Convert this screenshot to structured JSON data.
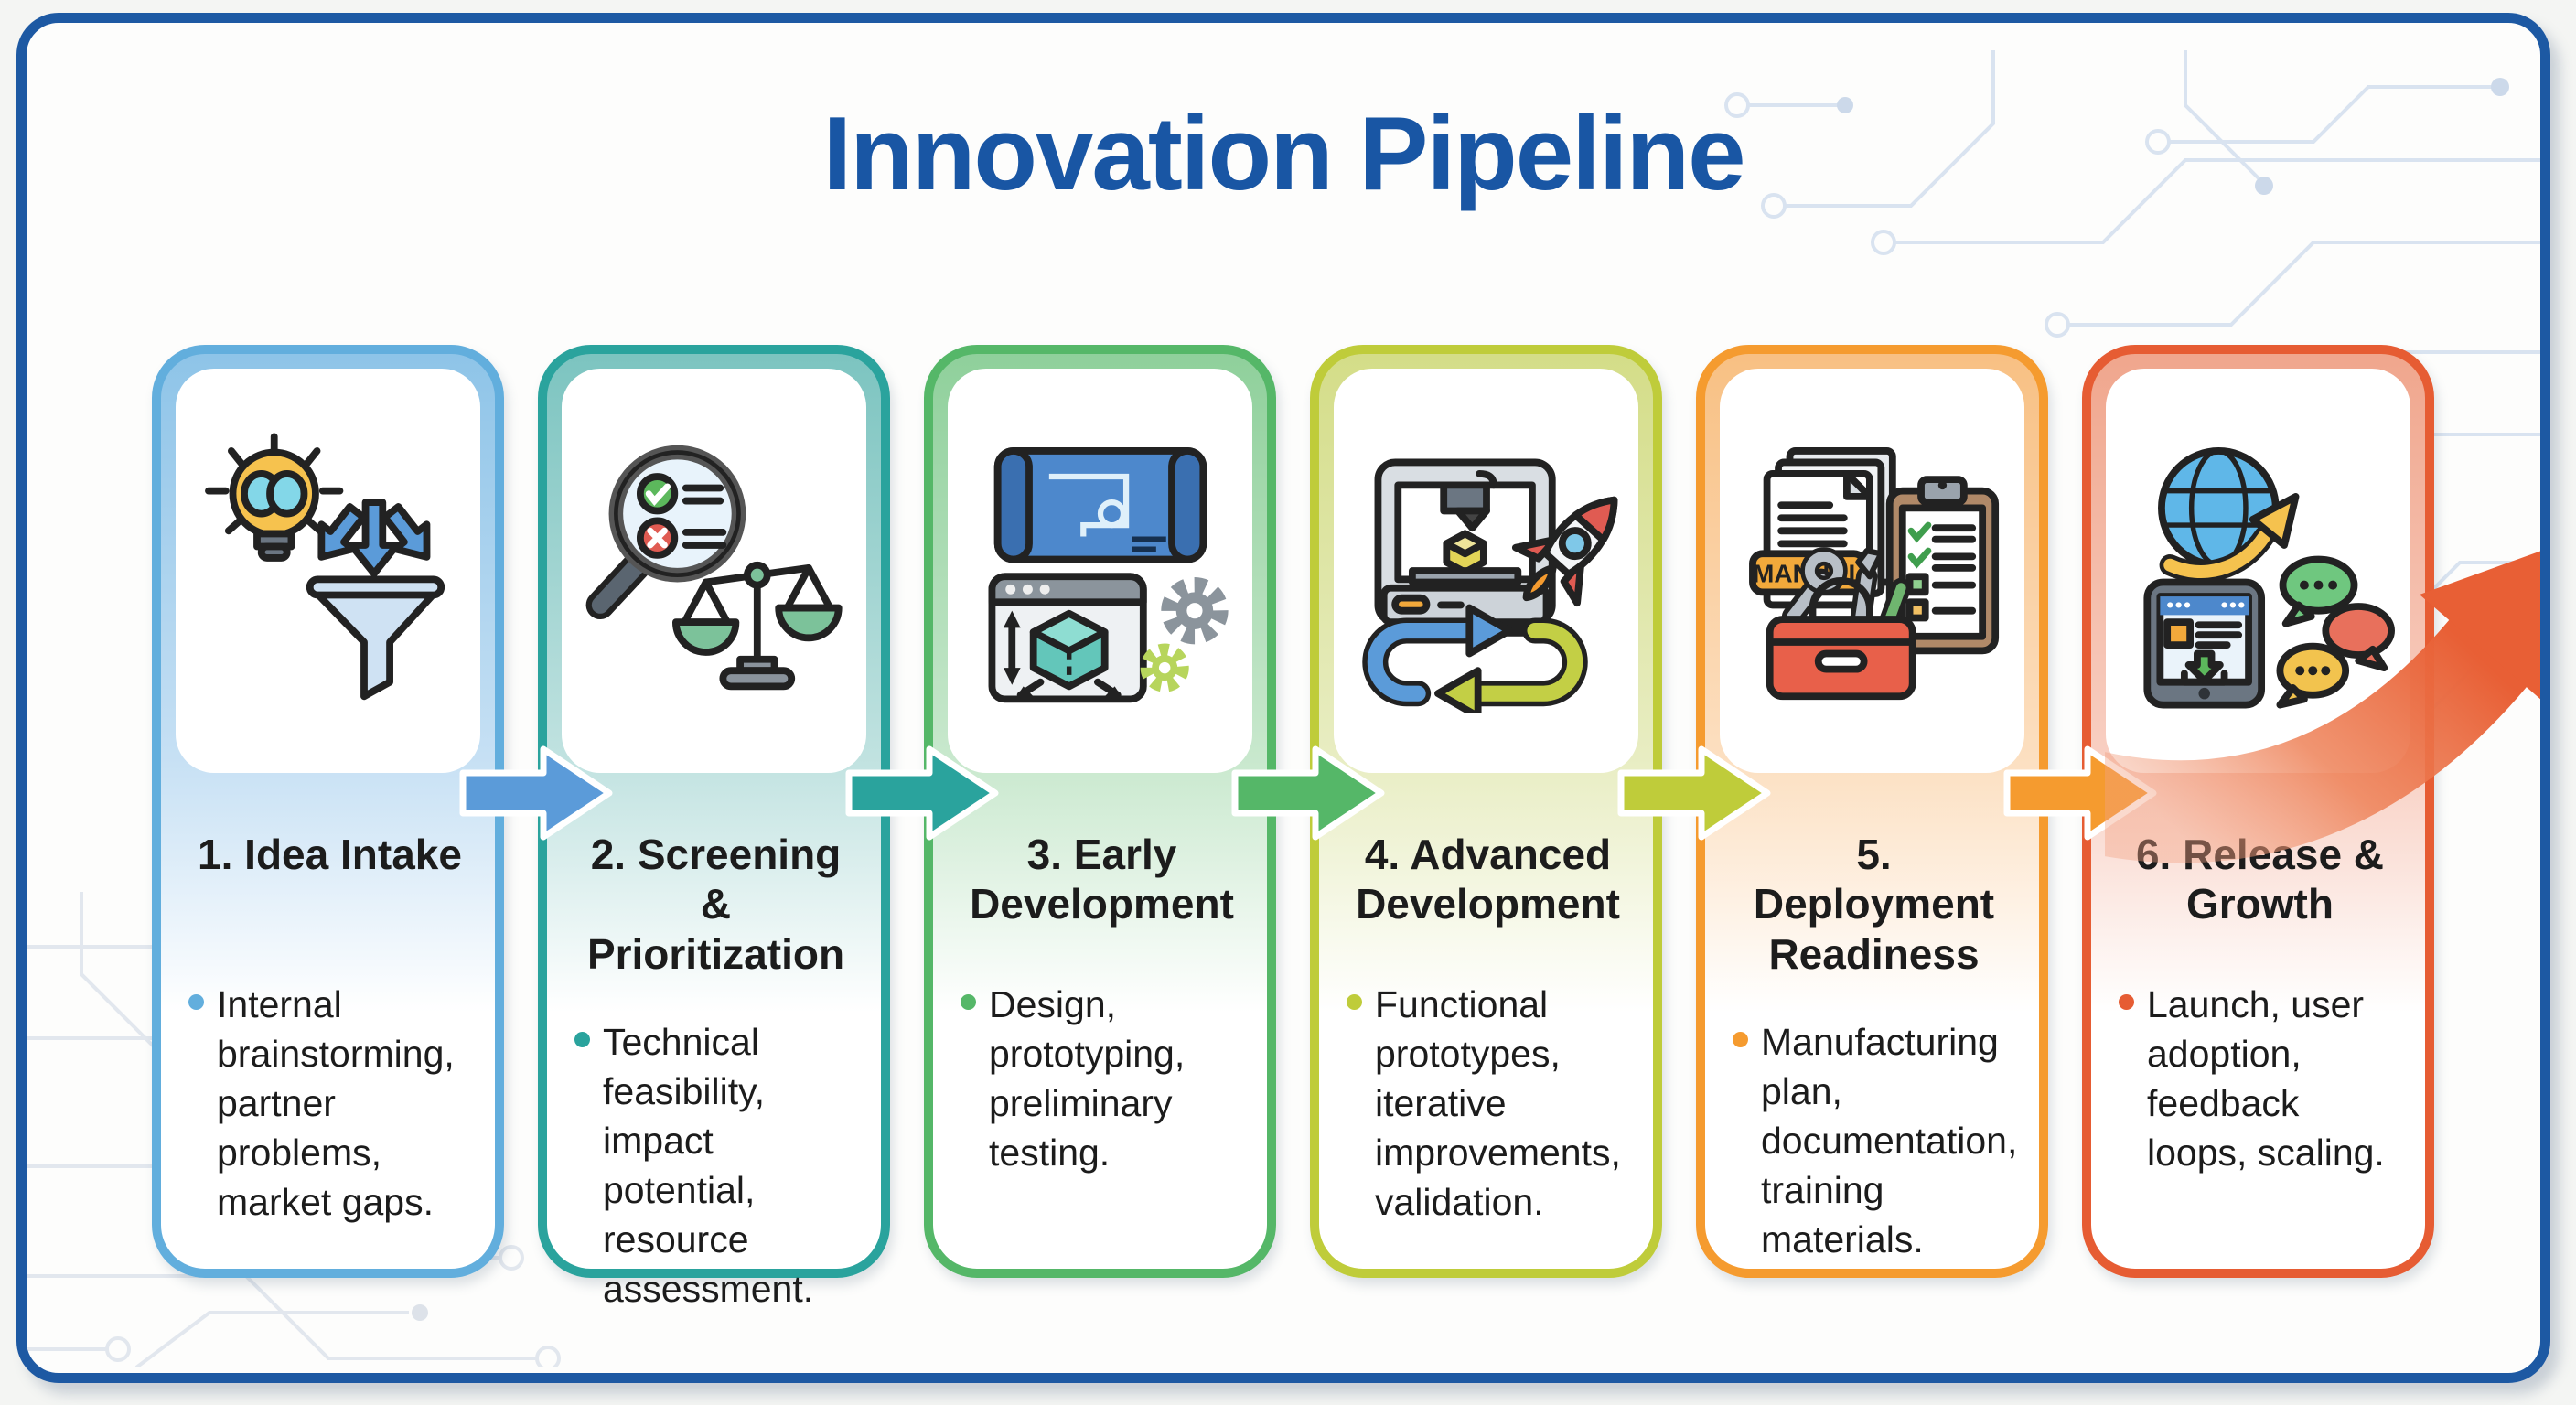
{
  "title": "Innovation Pipeline",
  "colors": {
    "frame_border": "#1d59a3",
    "title_text": "#1956a4",
    "growth_arrow": "#e85f35",
    "circuit_lines": "#d9e3f0"
  },
  "stages": [
    {
      "title": "1. Idea Intake",
      "description": "Internal brainstorming, partner problems, market gaps.",
      "color": "#62aedd",
      "arrow_to_next_color": "#5b9bd9",
      "icons": [
        "brain-bulb-icon",
        "intake-arrows-icon",
        "funnel-icon"
      ]
    },
    {
      "title": "2. Screening & Prioritization",
      "description": "Technical feasibility, impact potential, resource assessment.",
      "color": "#2aa39d",
      "arrow_to_next_color": "#2aa39d",
      "icons": [
        "magnifier-checklist-icon",
        "balance-scale-icon"
      ]
    },
    {
      "title": "3. Early Development",
      "description": "Design, prototyping, preliminary testing.",
      "color": "#55b768",
      "arrow_to_next_color": "#55b768",
      "icons": [
        "blueprint-icon",
        "cad-cube-window-icon",
        "gears-icon"
      ]
    },
    {
      "title": "4. Advanced Development",
      "description": "Functional prototypes, iterative improvements, validation.",
      "color": "#bfcc3a",
      "arrow_to_next_color": "#bfcc3a",
      "icons": [
        "printer-3d-icon",
        "rocket-icon",
        "iteration-loop-icon"
      ]
    },
    {
      "title": "5. Deployment Readiness",
      "description": "Manufacturing plan, documentation, training materials.",
      "color": "#f59b2f",
      "arrow_to_next_color": "#f59b2f",
      "icon_label": "MANUAL",
      "icons": [
        "manual-documents-icon",
        "checklist-clipboard-icon",
        "toolbox-icon"
      ]
    },
    {
      "title": "6. Release & Growth",
      "description": "Launch, user adoption, feedback loops, scaling.",
      "color": "#e65c33",
      "icons": [
        "globe-growth-icon",
        "tablet-download-icon",
        "chat-bubbles-icon"
      ]
    }
  ]
}
